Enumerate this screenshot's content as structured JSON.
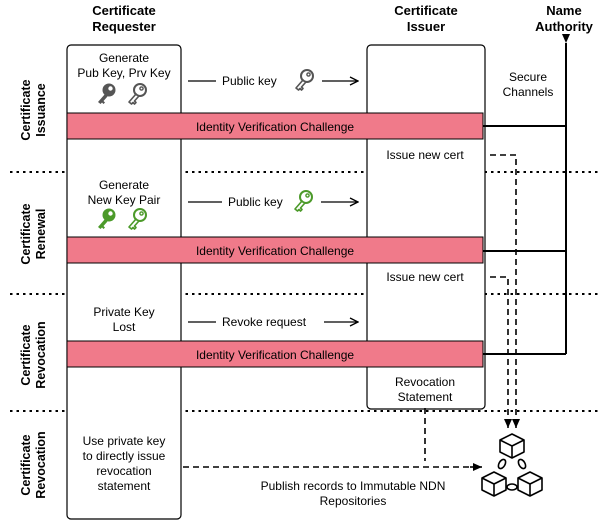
{
  "headers": {
    "requester": [
      "Certificate",
      "Requester"
    ],
    "issuer": [
      "Certificate",
      "Issuer"
    ],
    "authority": [
      "Name",
      "Authority"
    ]
  },
  "rows": [
    [
      "Certificate",
      "Issuance"
    ],
    [
      "Certificate",
      "Renewal"
    ],
    [
      "Certificate",
      "Revocation"
    ],
    [
      "Certificate",
      "Revocation"
    ]
  ],
  "requester_text": {
    "generate_pub_prv": [
      "Generate",
      "Pub Key, Prv Key"
    ],
    "generate_pair": [
      "Generate",
      "New Key Pair"
    ],
    "private_lost": [
      "Private Key",
      "Lost"
    ],
    "use_private": [
      "Use private key",
      "to directly issue",
      "revocation",
      "statement"
    ]
  },
  "messages": {
    "public_key": "Public key",
    "revoke_request": "Revoke request",
    "issue_new_cert": "Issue new cert",
    "revocation_statement": [
      "Revocation",
      "Statement"
    ],
    "secure_channels": [
      "Secure",
      "Channels"
    ]
  },
  "challenge_label": "Identity Verification Challenge",
  "publish_label": [
    "Publish records to Immutable NDN",
    "Repositories"
  ],
  "icons": {
    "key_colors": {
      "gray": "#555555",
      "green": "#4c9a2a"
    },
    "repository": "blockchain-repository-icon"
  },
  "colors": {
    "challenge_bar": "#f07a8a",
    "line": "#000000"
  }
}
